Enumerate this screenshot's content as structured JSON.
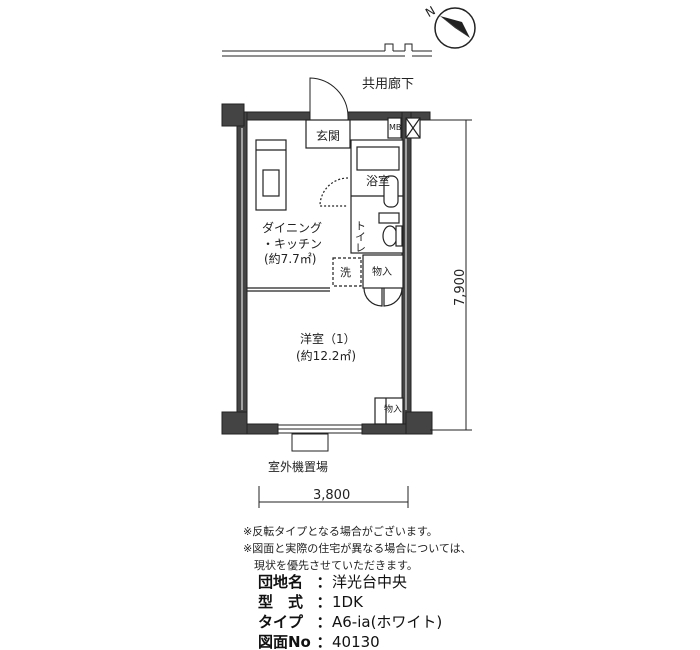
{
  "compass": {
    "label": "N"
  },
  "corridor": {
    "label": "共用廊下"
  },
  "rooms": {
    "entrance": "玄関",
    "mb": "MB",
    "bath": "浴室",
    "toilet": "トイレ",
    "dk_line1": "ダイニング",
    "dk_line2": "・キッチン",
    "dk_area": "(約7.7㎡)",
    "washer": "洗",
    "storage1": "物入",
    "western_name": "洋室（1）",
    "western_area": "(約12.2㎡)",
    "storage2": "物入",
    "ac_area": "室外機置場"
  },
  "dimensions": {
    "width": "3,800",
    "depth": "7,900"
  },
  "notes": [
    "※反転タイプとなる場合がございます。",
    "※図面と実際の住宅が異なる場合については、",
    "　現状を優先させていただきます。"
  ],
  "info": {
    "name_label": "団地名",
    "name_value": "洋光台中央",
    "model_label": "型　式",
    "model_value": "1DK",
    "type_label": "タイプ",
    "type_value": "A6-ia(ホワイト)",
    "plan_label": "図面No",
    "plan_value": "40130",
    "separator": "："
  }
}
